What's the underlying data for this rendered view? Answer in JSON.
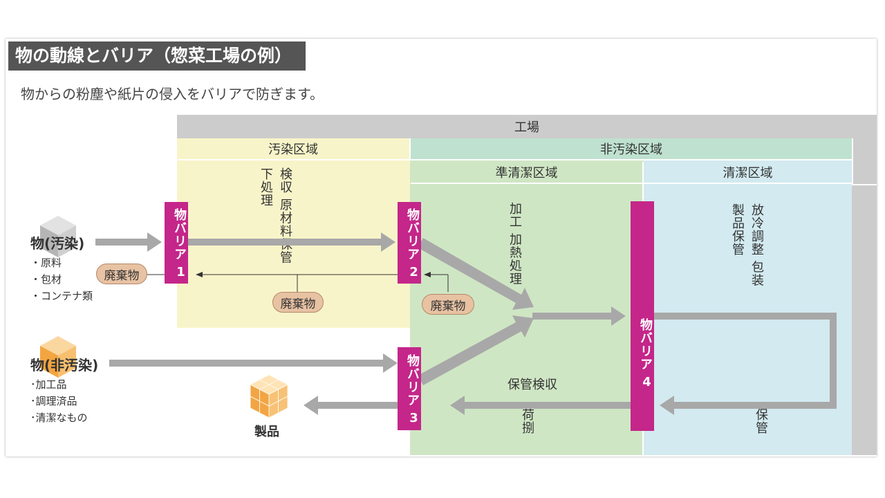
{
  "title": "物の動線とバリア（惣菜工場の例）",
  "subtitle": "物からの粉塵や紙片の侵入をバリアで防ぎます。",
  "zones": {
    "factory": "工場",
    "contaminated": "汚染区域",
    "non_contaminated": "非汚染区域",
    "semi_clean": "準清潔区域",
    "clean": "清潔区域"
  },
  "processes": {
    "contaminated": [
      "検収",
      "原材料保管",
      "下処理"
    ],
    "semi_clean": [
      "加工",
      "加熱処理"
    ],
    "clean": [
      "放冷調整",
      "包装",
      "製品保管"
    ],
    "storage_inspection": "保管検収",
    "unloading": "荷捌",
    "storage": "保管"
  },
  "barriers": [
    {
      "label": "物バリア",
      "num": "1"
    },
    {
      "label": "物バリア",
      "num": "2"
    },
    {
      "label": "物バリア",
      "num": "3"
    },
    {
      "label": "物バリア",
      "num": "4"
    }
  ],
  "waste": "廃棄物",
  "inputs": {
    "contaminated": {
      "label": "物(汚染)",
      "items": [
        "・原料",
        "・包材",
        "・コンテナ類"
      ]
    },
    "non_contaminated": {
      "label": "物(非汚染)",
      "items": [
        "･加工品",
        "･調理済品",
        "･清潔なもの"
      ]
    }
  },
  "product": "製品",
  "colors": {
    "barrier": "#c4268a",
    "contaminated_zone": "#f8f4c9",
    "semi_clean_zone": "#cfe6c4",
    "clean_zone": "#d2eaf0",
    "arrow": "#a8a8a8",
    "waste_pill": "#e7c2a3"
  },
  "icons": {
    "contaminated_box": "gray-cube-icon",
    "non_contaminated_box": "orange-cube-icon",
    "product_boxes": "stacked-boxes-icon"
  }
}
